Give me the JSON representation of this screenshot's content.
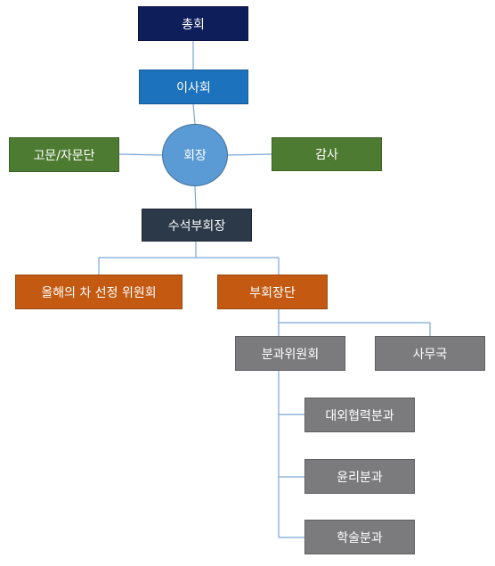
{
  "org": {
    "general_assembly": "총회",
    "board": "이사회",
    "advisory": "고문/자문단",
    "president": "회장",
    "auditor": "감사",
    "senior_vp": "수석부회장",
    "car_of_year_committee": "올해의 차 선정 위원회",
    "vp_group": "부회장단",
    "subcommittee": "분과위원회",
    "secretariat": "사무국",
    "external_affairs": "대외협력분과",
    "ethics": "윤리분과",
    "academic": "학술분과"
  },
  "colors": {
    "navy": "#0e1e5b",
    "blue": "#1d72bd",
    "green": "#4e7b32",
    "slate": "#2b3949",
    "orange": "#c45a12",
    "gray": "#7b7b7e",
    "circle": "#5b9bd5",
    "connector": "#7aa7d8"
  }
}
